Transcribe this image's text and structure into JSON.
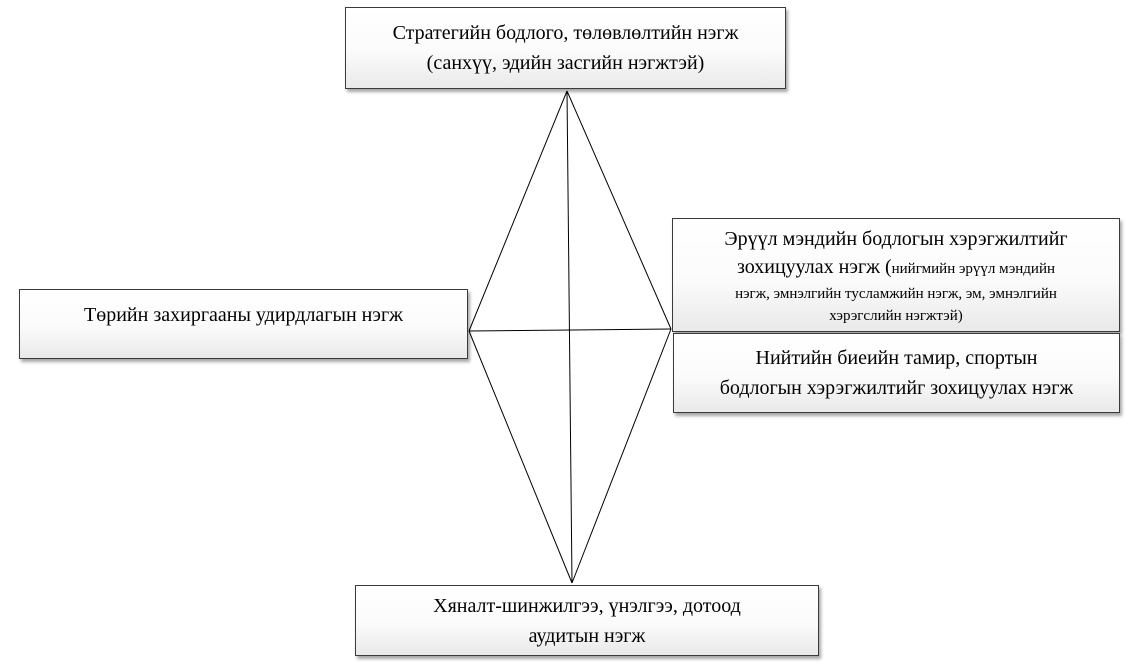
{
  "nodes": {
    "top": {
      "lines": [
        "Стратегийн бодлого, төлөвлөлтийн нэгж",
        "(санхүү, эдийн засгийн нэгжтэй)"
      ]
    },
    "left": {
      "lines": [
        "Төрийн захиргааны удирдлагын нэгж"
      ]
    },
    "right_upper": {
      "line1": "Эрүүл мэндийн бодлогын хэрэгжилтийг",
      "line2_main": "зохицуулах нэгж (",
      "line2_small": "нийгмийн эрүүл мэндийн",
      "line3_small": "нэгж, эмнэлгийн тусламжийн нэгж, эм, эмнэлгийн",
      "line4_small": "хэрэгслийн нэгжтэй)"
    },
    "right_lower": {
      "lines": [
        "Нийтийн биеийн тамир, спортын",
        "бодлогын хэрэгжилтийг зохицуулах нэгж"
      ]
    },
    "bottom": {
      "lines": [
        "Хяналт-шинжилгээ, үнэлгээ, дотоод",
        "аудитын нэгж"
      ]
    }
  },
  "colors": {
    "border": "#3a3a3a",
    "line": "#000000",
    "box_fill_bottom": "#e9e9e9"
  }
}
